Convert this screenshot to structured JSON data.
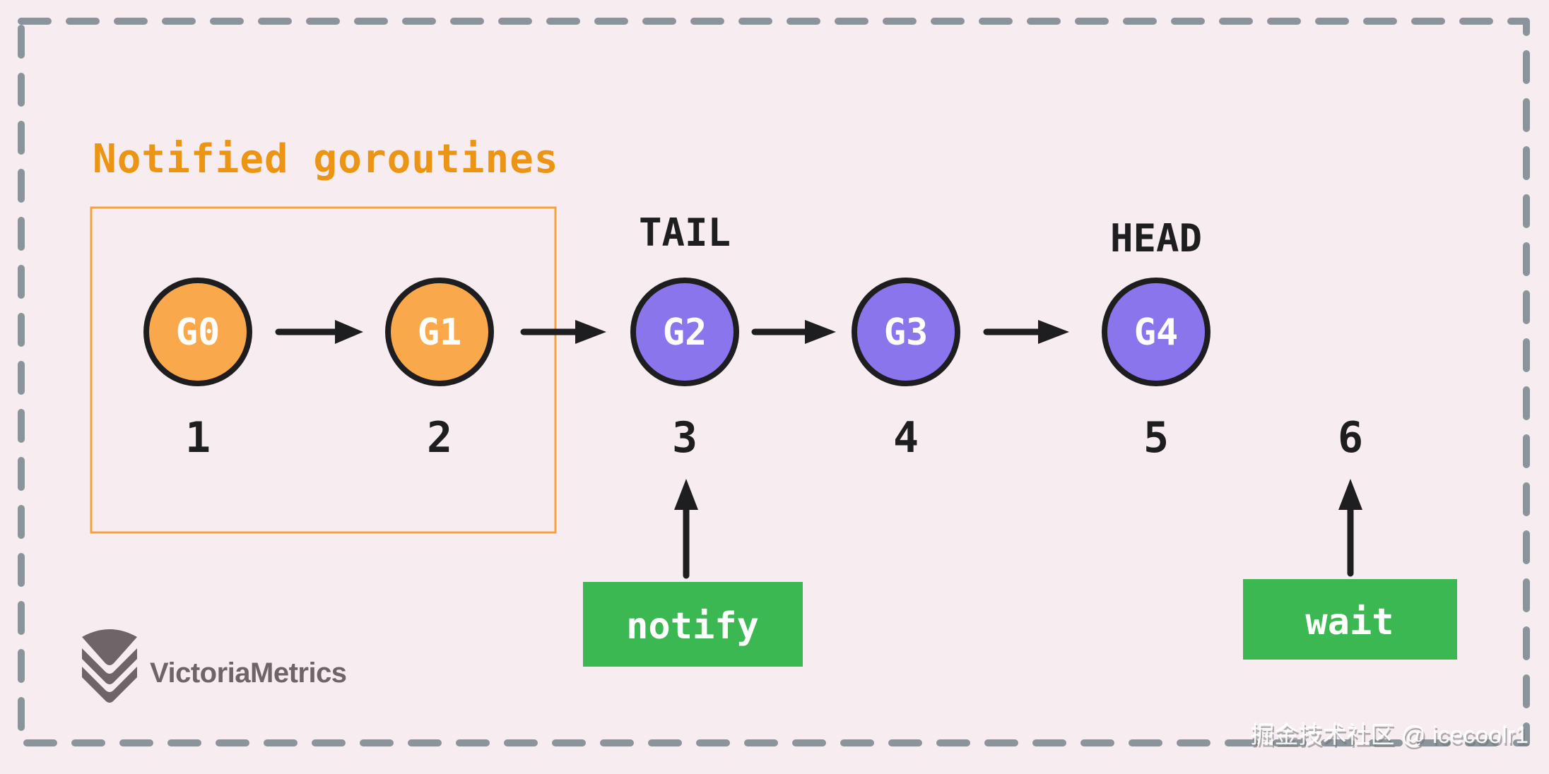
{
  "canvas": {
    "background": "#f7edf1",
    "border_color": "#8a949a",
    "ink_color": "#1e1e20"
  },
  "title": {
    "text": "Notified goroutines",
    "color": "#ec9413"
  },
  "group_box": {
    "color": "#f2a33c"
  },
  "labels": {
    "tail": "TAIL",
    "head": "HEAD"
  },
  "nodes": [
    {
      "label": "G0",
      "index": "1",
      "fill": "#f9a84c"
    },
    {
      "label": "G1",
      "index": "2",
      "fill": "#f9a84c"
    },
    {
      "label": "G2",
      "index": "3",
      "fill": "#8a75ec"
    },
    {
      "label": "G3",
      "index": "4",
      "fill": "#8a75ec"
    },
    {
      "label": "G4",
      "index": "5",
      "fill": "#8a75ec"
    }
  ],
  "extra_index": "6",
  "actions": {
    "notify": "notify",
    "wait": "wait",
    "box_color": "#3cb852"
  },
  "logo": {
    "text": "VictoriaMetrics",
    "color": "#6f6568"
  },
  "watermark": "掘金技术社区 @ icecoolr1"
}
